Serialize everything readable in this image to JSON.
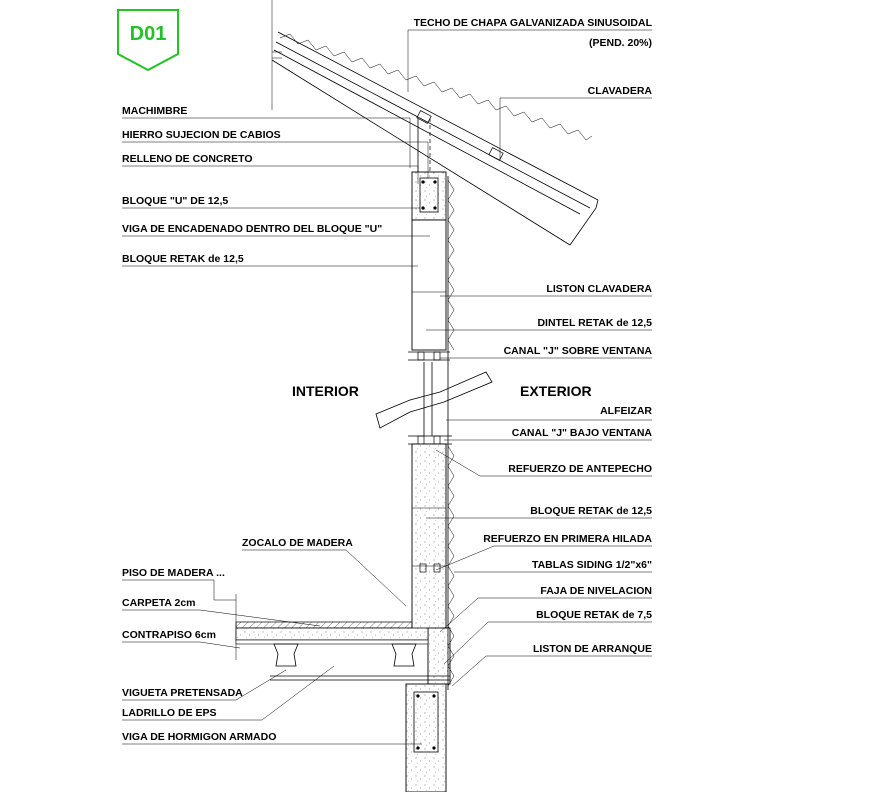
{
  "badge": {
    "code": "D01",
    "color": "#22c322"
  },
  "zones": {
    "interior": "INTERIOR",
    "exterior": "EXTERIOR"
  },
  "labels_left": [
    "MACHIMBRE",
    "HIERRO SUJECION DE CABIOS",
    "RELLENO DE CONCRETO",
    "BLOQUE \"U\" DE 12,5",
    "VIGA DE ENCADENADO DENTRO DEL BLOQUE \"U\"",
    "BLOQUE RETAK de 12,5",
    "ZOCALO DE MADERA",
    "PISO DE MADERA ...",
    "CARPETA  2cm",
    "CONTRAPISO  6cm",
    "VIGUETA PRETENSADA",
    "LADRILLO DE EPS",
    "VIGA DE HORMIGON ARMADO"
  ],
  "labels_right": [
    "TECHO DE CHAPA GALVANIZADA SINUSOIDAL",
    "(PEND. 20%)",
    "CLAVADERA",
    "LISTON CLAVADERA",
    "DINTEL RETAK de 12,5",
    "CANAL \"J\" SOBRE VENTANA",
    "ALFEIZAR",
    "CANAL \"J\" BAJO VENTANA",
    "REFUERZO DE ANTEPECHO",
    "BLOQUE RETAK de 12,5",
    "REFUERZO EN PRIMERA HILADA",
    "TABLAS SIDING 1/2\"x6\"",
    "FAJA DE NIVELACION",
    "BLOQUE RETAK  de 7,5",
    "LISTON DE ARRANQUE"
  ]
}
